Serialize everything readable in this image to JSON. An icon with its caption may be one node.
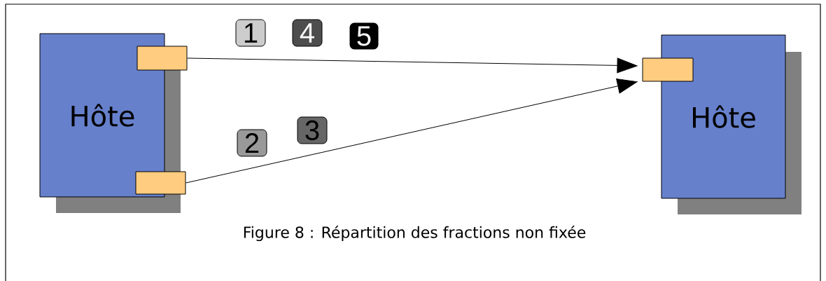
{
  "diagram": {
    "caption": "Figure 8 : Répartition des fractions non fixée",
    "nodes": [
      {
        "text": [
          "Hôte"
        ]
      },
      {
        "text": [],
        "shape": "box"
      },
      {
        "text": [],
        "shape": "box"
      },
      {
        "text": [
          "1"
        ]
      },
      {
        "text": [
          "4"
        ]
      },
      {
        "text": [
          "5"
        ]
      },
      {
        "text": [
          "2"
        ]
      },
      {
        "text": [
          "3"
        ]
      },
      {
        "text": [
          "Hôte"
        ]
      },
      {
        "text": [],
        "shape": "box"
      }
    ],
    "edges": [
      {
        "from": 1,
        "to": 9,
        "arrow": "to"
      },
      {
        "from": 2,
        "to": 9,
        "arrow": "to"
      }
    ]
  }
}
